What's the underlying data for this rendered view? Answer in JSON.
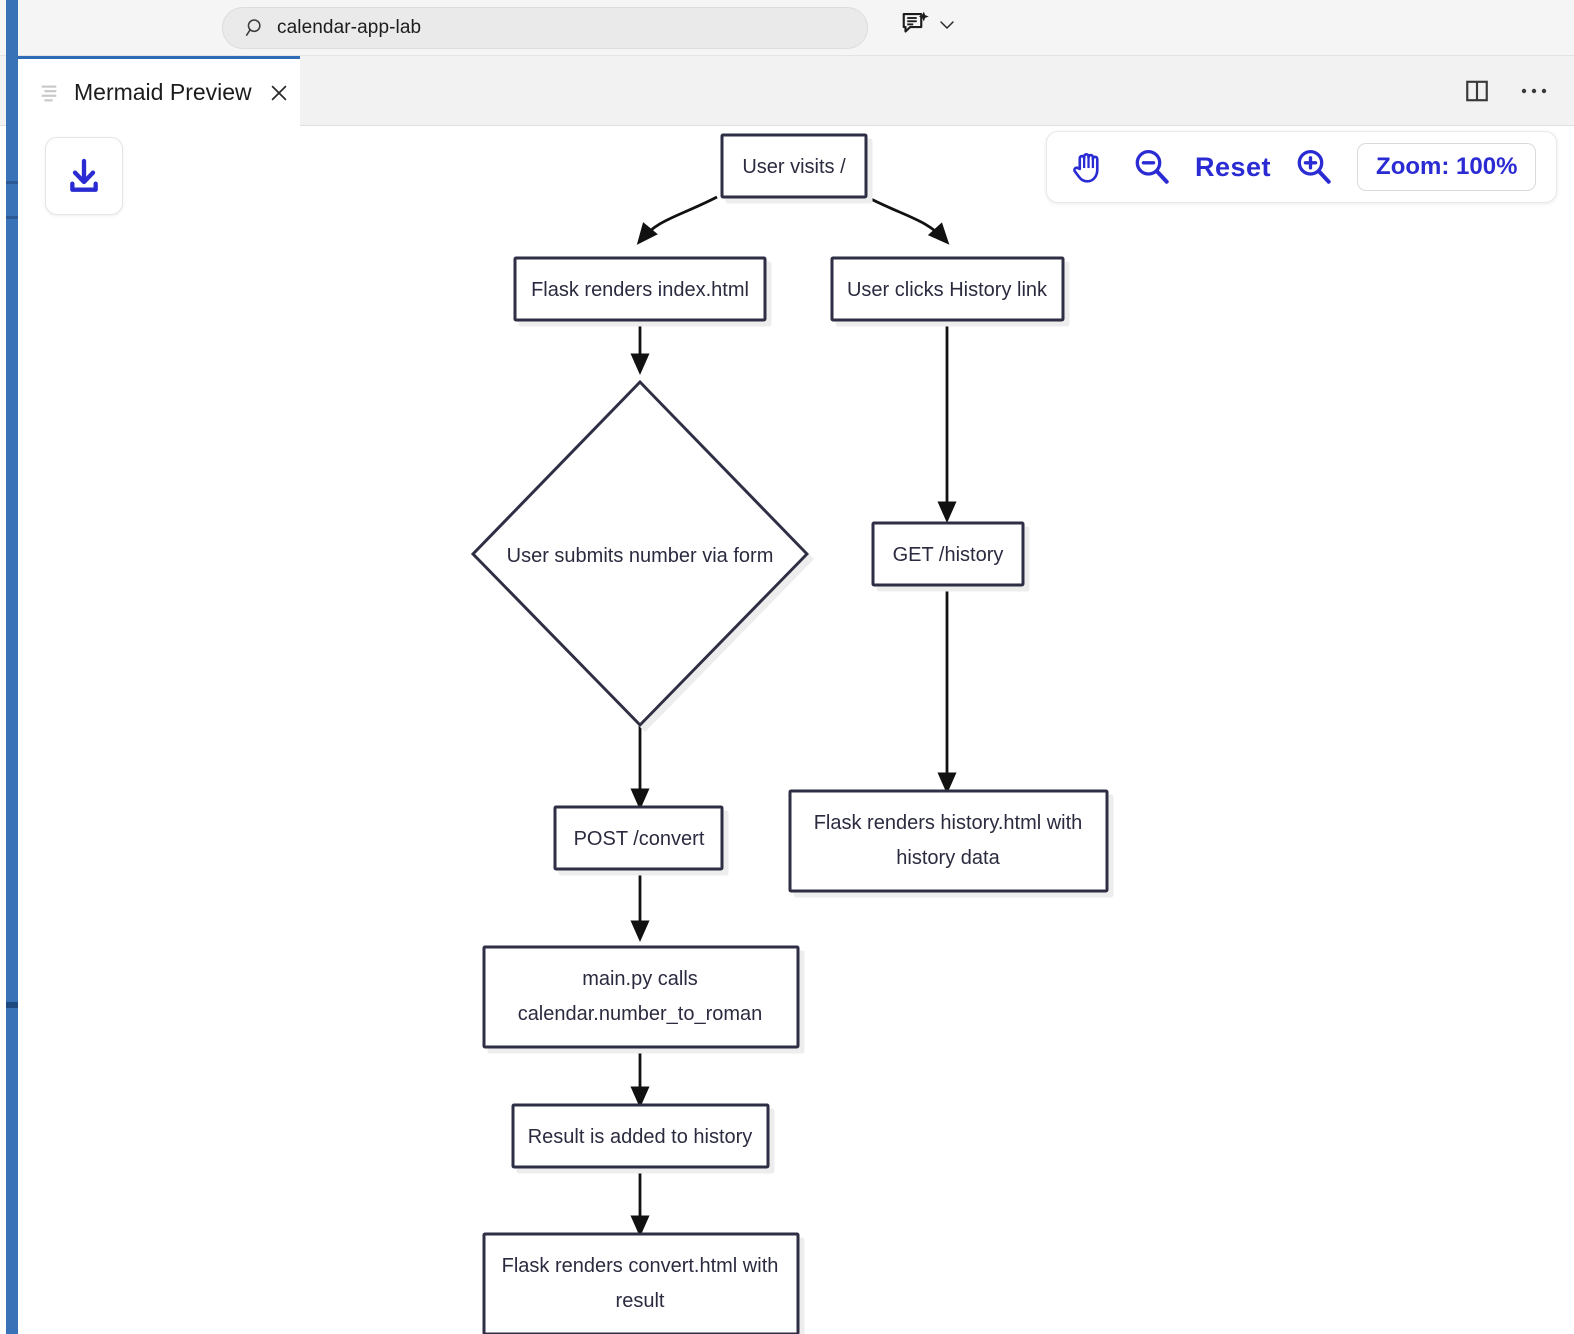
{
  "topbar": {
    "search": {
      "value": "calendar-app-lab",
      "icon": "search-icon"
    },
    "copilot_icon": "copilot-chat-icon",
    "chevron_icon": "chevron-down-icon"
  },
  "tabstrip": {
    "active_tab": {
      "label": "Mermaid Preview",
      "icon": "lines-icon",
      "close_icon": "close-icon"
    },
    "split_editor_icon": "split-editor-icon",
    "more_actions_icon": "ellipsis-icon"
  },
  "canvas": {
    "download_button": {
      "icon": "download-icon"
    },
    "zoom_toolbar": {
      "pan_icon": "hand-pan-icon",
      "zoom_out_icon": "zoom-out-icon",
      "reset_label": "Reset",
      "zoom_in_icon": "zoom-in-icon",
      "zoom_level_label": "Zoom: 100%"
    }
  },
  "colors": {
    "accent_blue": "#2b2bd4",
    "rail_blue": "#3a72b8",
    "tab_active_blue": "#2f6cb5",
    "node_stroke": "#2e2f45",
    "node_fill": "#ffffff",
    "edge_stroke": "#111111"
  },
  "diagram": {
    "type": "flowchart",
    "direction": "TD",
    "nodes": [
      {
        "id": "n1",
        "shape": "rect",
        "label": "User visits /"
      },
      {
        "id": "n2",
        "shape": "rect",
        "label": "Flask renders index.html"
      },
      {
        "id": "n3",
        "shape": "rect",
        "label": "User clicks History link"
      },
      {
        "id": "n4",
        "shape": "diamond",
        "label": "User submits number via form"
      },
      {
        "id": "n5",
        "shape": "rect",
        "label": "GET /history"
      },
      {
        "id": "n6",
        "shape": "rect",
        "label": "POST /convert"
      },
      {
        "id": "n7",
        "shape": "rect",
        "label_line1": "Flask renders history.html with",
        "label_line2": "history data"
      },
      {
        "id": "n8",
        "shape": "rect",
        "label_line1": "main.py calls",
        "label_line2": "calendar.number_to_roman"
      },
      {
        "id": "n9",
        "shape": "rect",
        "label": "Result is added to history"
      },
      {
        "id": "n10",
        "shape": "rect",
        "label_line1": "Flask renders convert.html with",
        "label_line2": "result"
      }
    ],
    "edges": [
      {
        "from": "n1",
        "to": "n2"
      },
      {
        "from": "n1",
        "to": "n3"
      },
      {
        "from": "n2",
        "to": "n4"
      },
      {
        "from": "n3",
        "to": "n5"
      },
      {
        "from": "n4",
        "to": "n6"
      },
      {
        "from": "n5",
        "to": "n7"
      },
      {
        "from": "n6",
        "to": "n8"
      },
      {
        "from": "n8",
        "to": "n9"
      },
      {
        "from": "n9",
        "to": "n10"
      }
    ]
  }
}
